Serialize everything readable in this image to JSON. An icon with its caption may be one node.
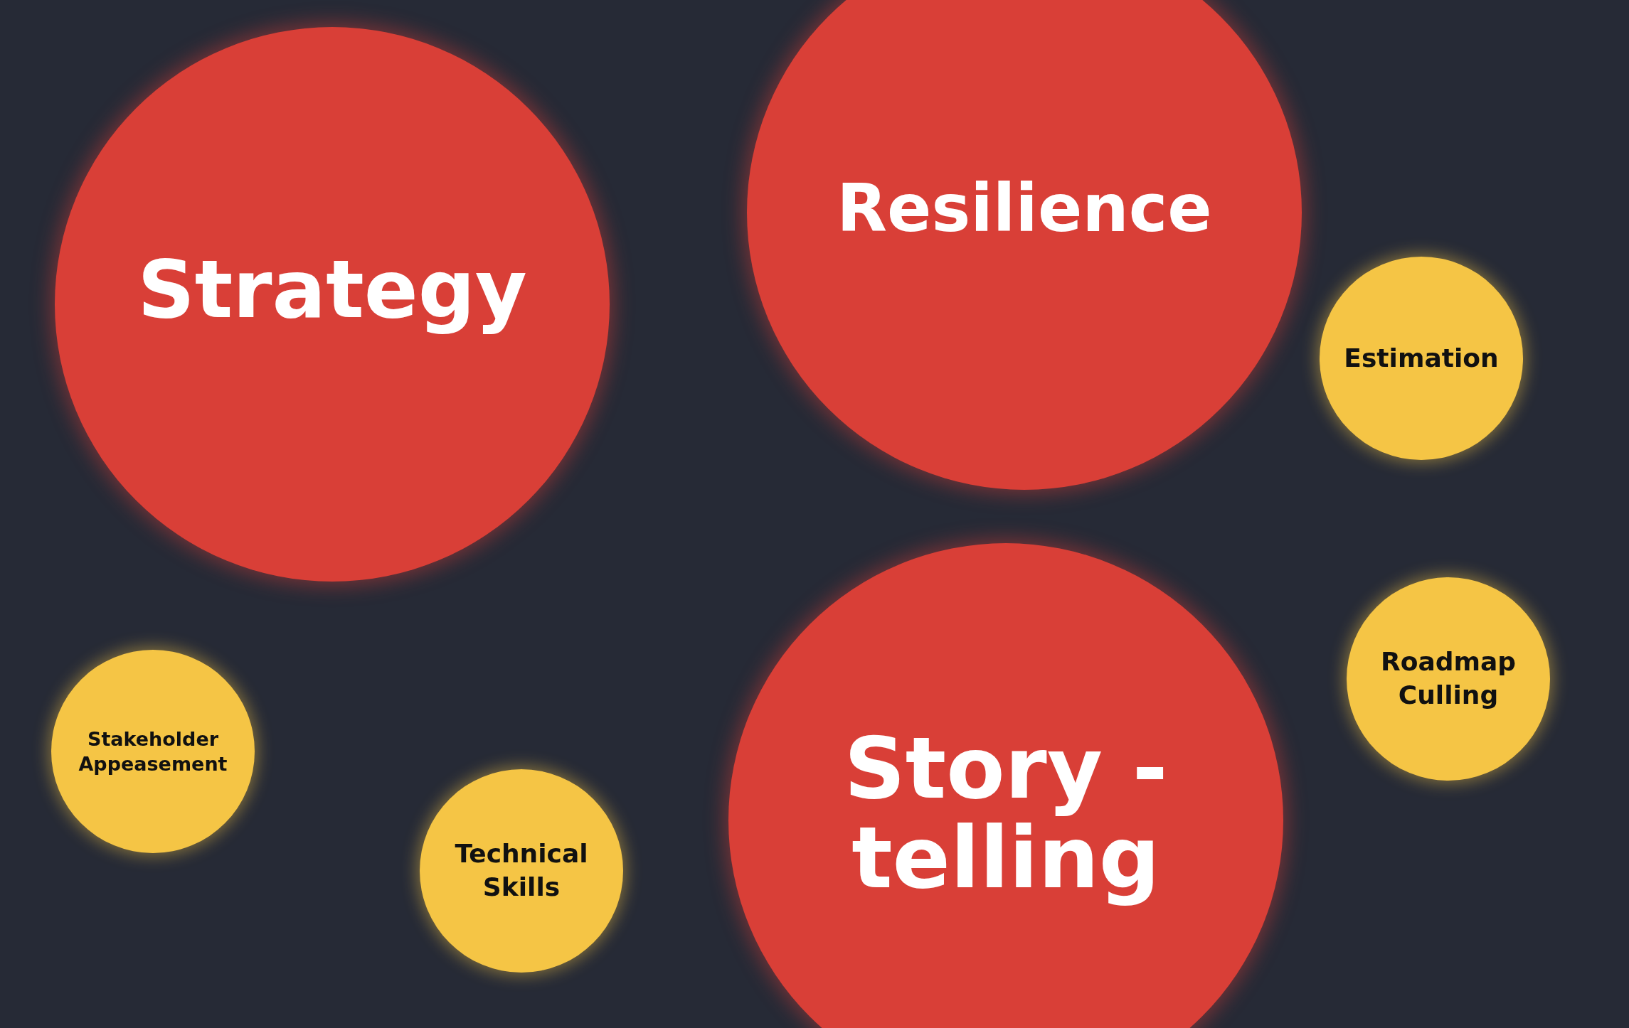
{
  "diagram": {
    "nodes": [
      {
        "text": [
          "Strategy"
        ]
      },
      {
        "text": [
          "Resilience"
        ]
      },
      {
        "text": [
          "Estimation"
        ]
      },
      {
        "text": [
          "Roadmap Culling"
        ]
      },
      {
        "text": [
          "Stakeholder Appeasement"
        ]
      },
      {
        "text": [
          "Technical Skills"
        ]
      },
      {
        "text": [
          "Story -telling"
        ]
      }
    ]
  }
}
